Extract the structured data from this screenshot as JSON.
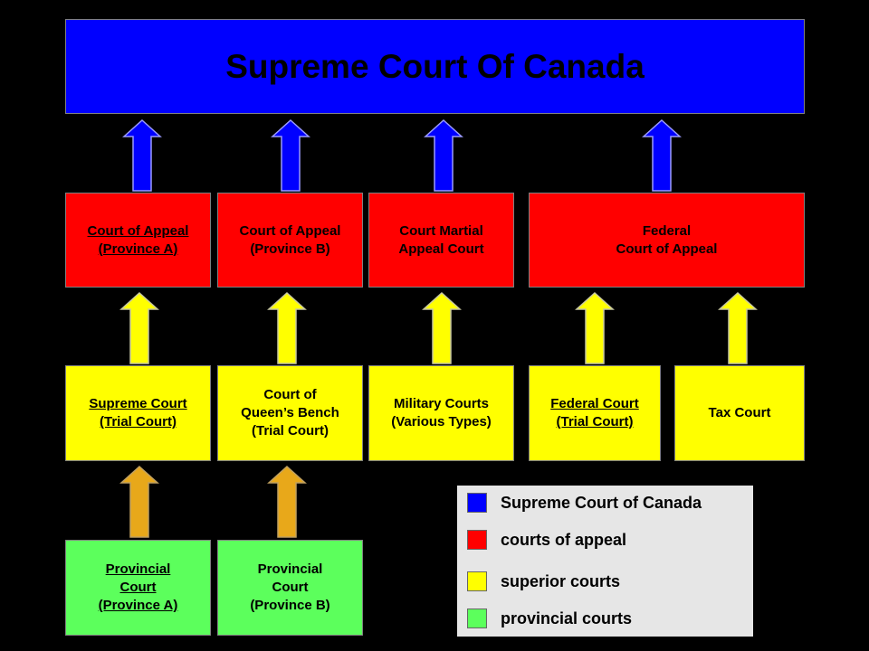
{
  "colors": {
    "supreme": "#0000ff",
    "appeal": "#ff0000",
    "superior": "#ffff00",
    "provincial": "#5cff5c",
    "arrow_blue": "#0000ff",
    "arrow_yellow": "#ffff00",
    "arrow_orange": "#e8a81a"
  },
  "supreme_court": {
    "label": "Supreme Court Of Canada"
  },
  "appeal_courts": [
    {
      "label": "Court of Appeal\n(Province A)"
    },
    {
      "label": "Court of Appeal\n(Province B)"
    },
    {
      "label": "Court Martial\nAppeal Court"
    },
    {
      "label": "Federal\nCourt of Appeal"
    }
  ],
  "superior_courts": [
    {
      "label": "Supreme Court\n(Trial Court)"
    },
    {
      "label": "Court of\nQueen’s Bench\n(Trial Court)"
    },
    {
      "label": "Military Courts\n(Various Types)"
    },
    {
      "label": "Federal Court\n(Trial Court)"
    },
    {
      "label": "Tax Court"
    }
  ],
  "provincial_courts": [
    {
      "label": "Provincial\nCourt\n(Province A)"
    },
    {
      "label": "Provincial\nCourt\n(Province B)"
    }
  ],
  "legend": {
    "items": [
      {
        "label": "Supreme Court of Canada"
      },
      {
        "label": "courts of appeal"
      },
      {
        "label": "superior courts"
      },
      {
        "label": "provincial courts"
      }
    ]
  }
}
